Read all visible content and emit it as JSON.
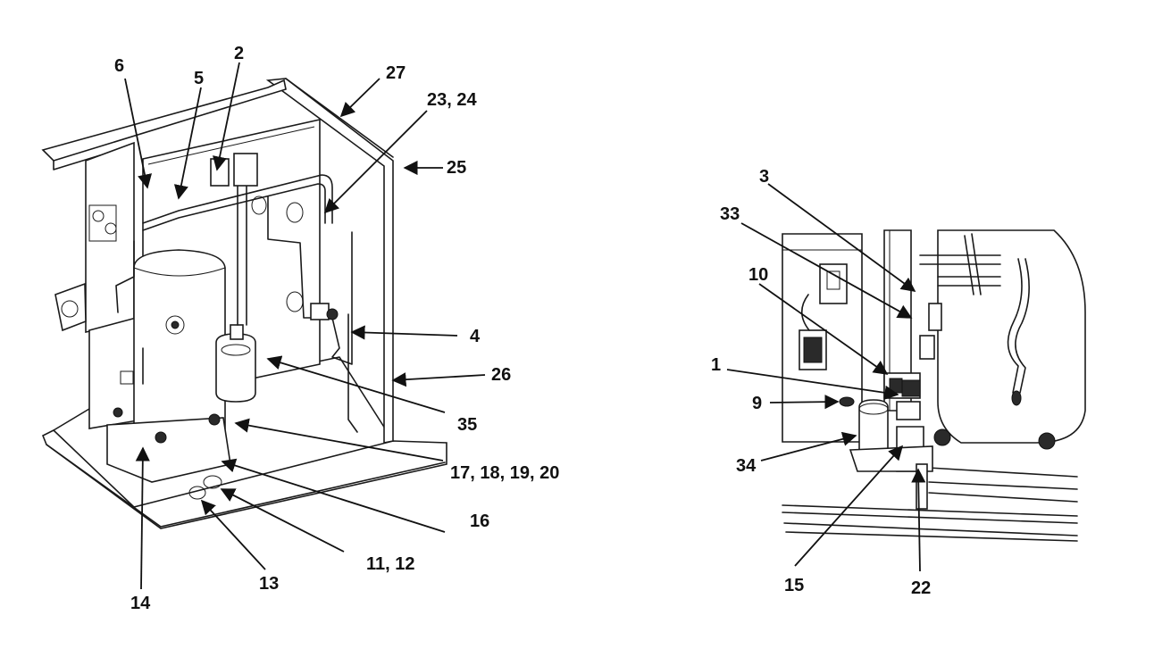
{
  "callouts_left": {
    "c6": "6",
    "c5": "5",
    "c2": "2",
    "c27": "27",
    "c23_24": "23, 24",
    "c25": "25",
    "c4": "4",
    "c26": "26",
    "c35": "35",
    "c17_20": "17, 18, 19, 20",
    "c16": "16",
    "c11_12": "11, 12",
    "c13": "13",
    "c14": "14"
  },
  "callouts_right": {
    "c3": "3",
    "c33": "33",
    "c10": "10",
    "c1": "1",
    "c9": "9",
    "c34": "34",
    "c15": "15",
    "c22": "22"
  }
}
